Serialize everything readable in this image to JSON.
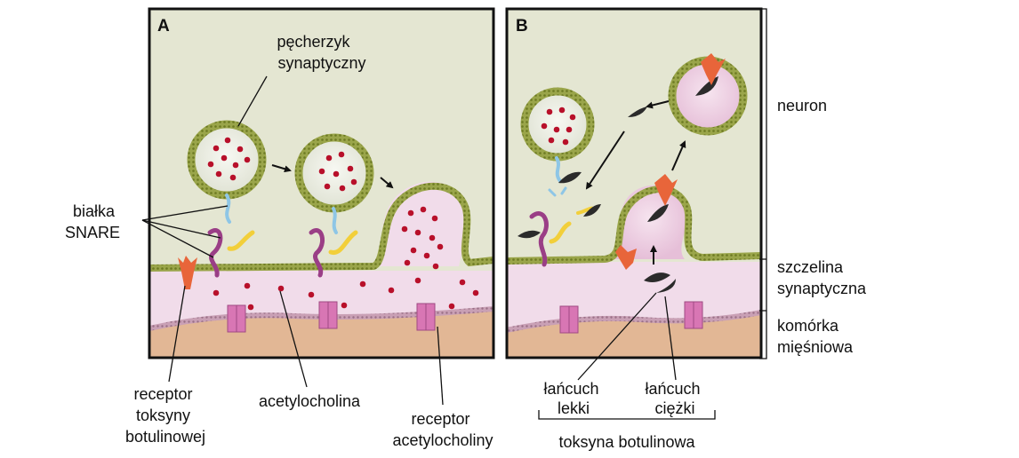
{
  "panels": {
    "a": {
      "letter": "A"
    },
    "b": {
      "letter": "B"
    }
  },
  "labels": {
    "synaptic_vesicle": [
      "pęcherzyk",
      "synaptyczny"
    ],
    "snare_proteins": [
      "białka",
      "SNARE"
    ],
    "toxin_receptor": [
      "receptor",
      "toksyny",
      "botulinowej"
    ],
    "acetylcholine": "acetylocholina",
    "ach_receptor": [
      "receptor",
      "acetylocholiny"
    ],
    "light_chain": [
      "łańcuch",
      "lekki"
    ],
    "heavy_chain": [
      "łańcuch",
      "ciężki"
    ],
    "botulinum_toxin": "toksyna botulinowa",
    "neuron": "neuron",
    "synaptic_cleft": [
      "szczelina",
      "synaptyczna"
    ],
    "muscle_cell": [
      "komórka",
      "mięśniowa"
    ]
  },
  "colors": {
    "neuron_cytoplasm": "#e4e6d2",
    "cleft": "#f1dcea",
    "muscle": "#e2b795",
    "membrane": "#9aa54a",
    "vesicle_interior": "#eceee6",
    "acetylcholine_dot": "#b8102a",
    "toxin_receptor": "#e8653a",
    "ach_receptor": "#d876b4",
    "snare_blue": "#8ec6e6",
    "snare_purple": "#9a3e86",
    "snare_yellow": "#f2cf3a",
    "toxin_dark": "#2b2b2b"
  }
}
